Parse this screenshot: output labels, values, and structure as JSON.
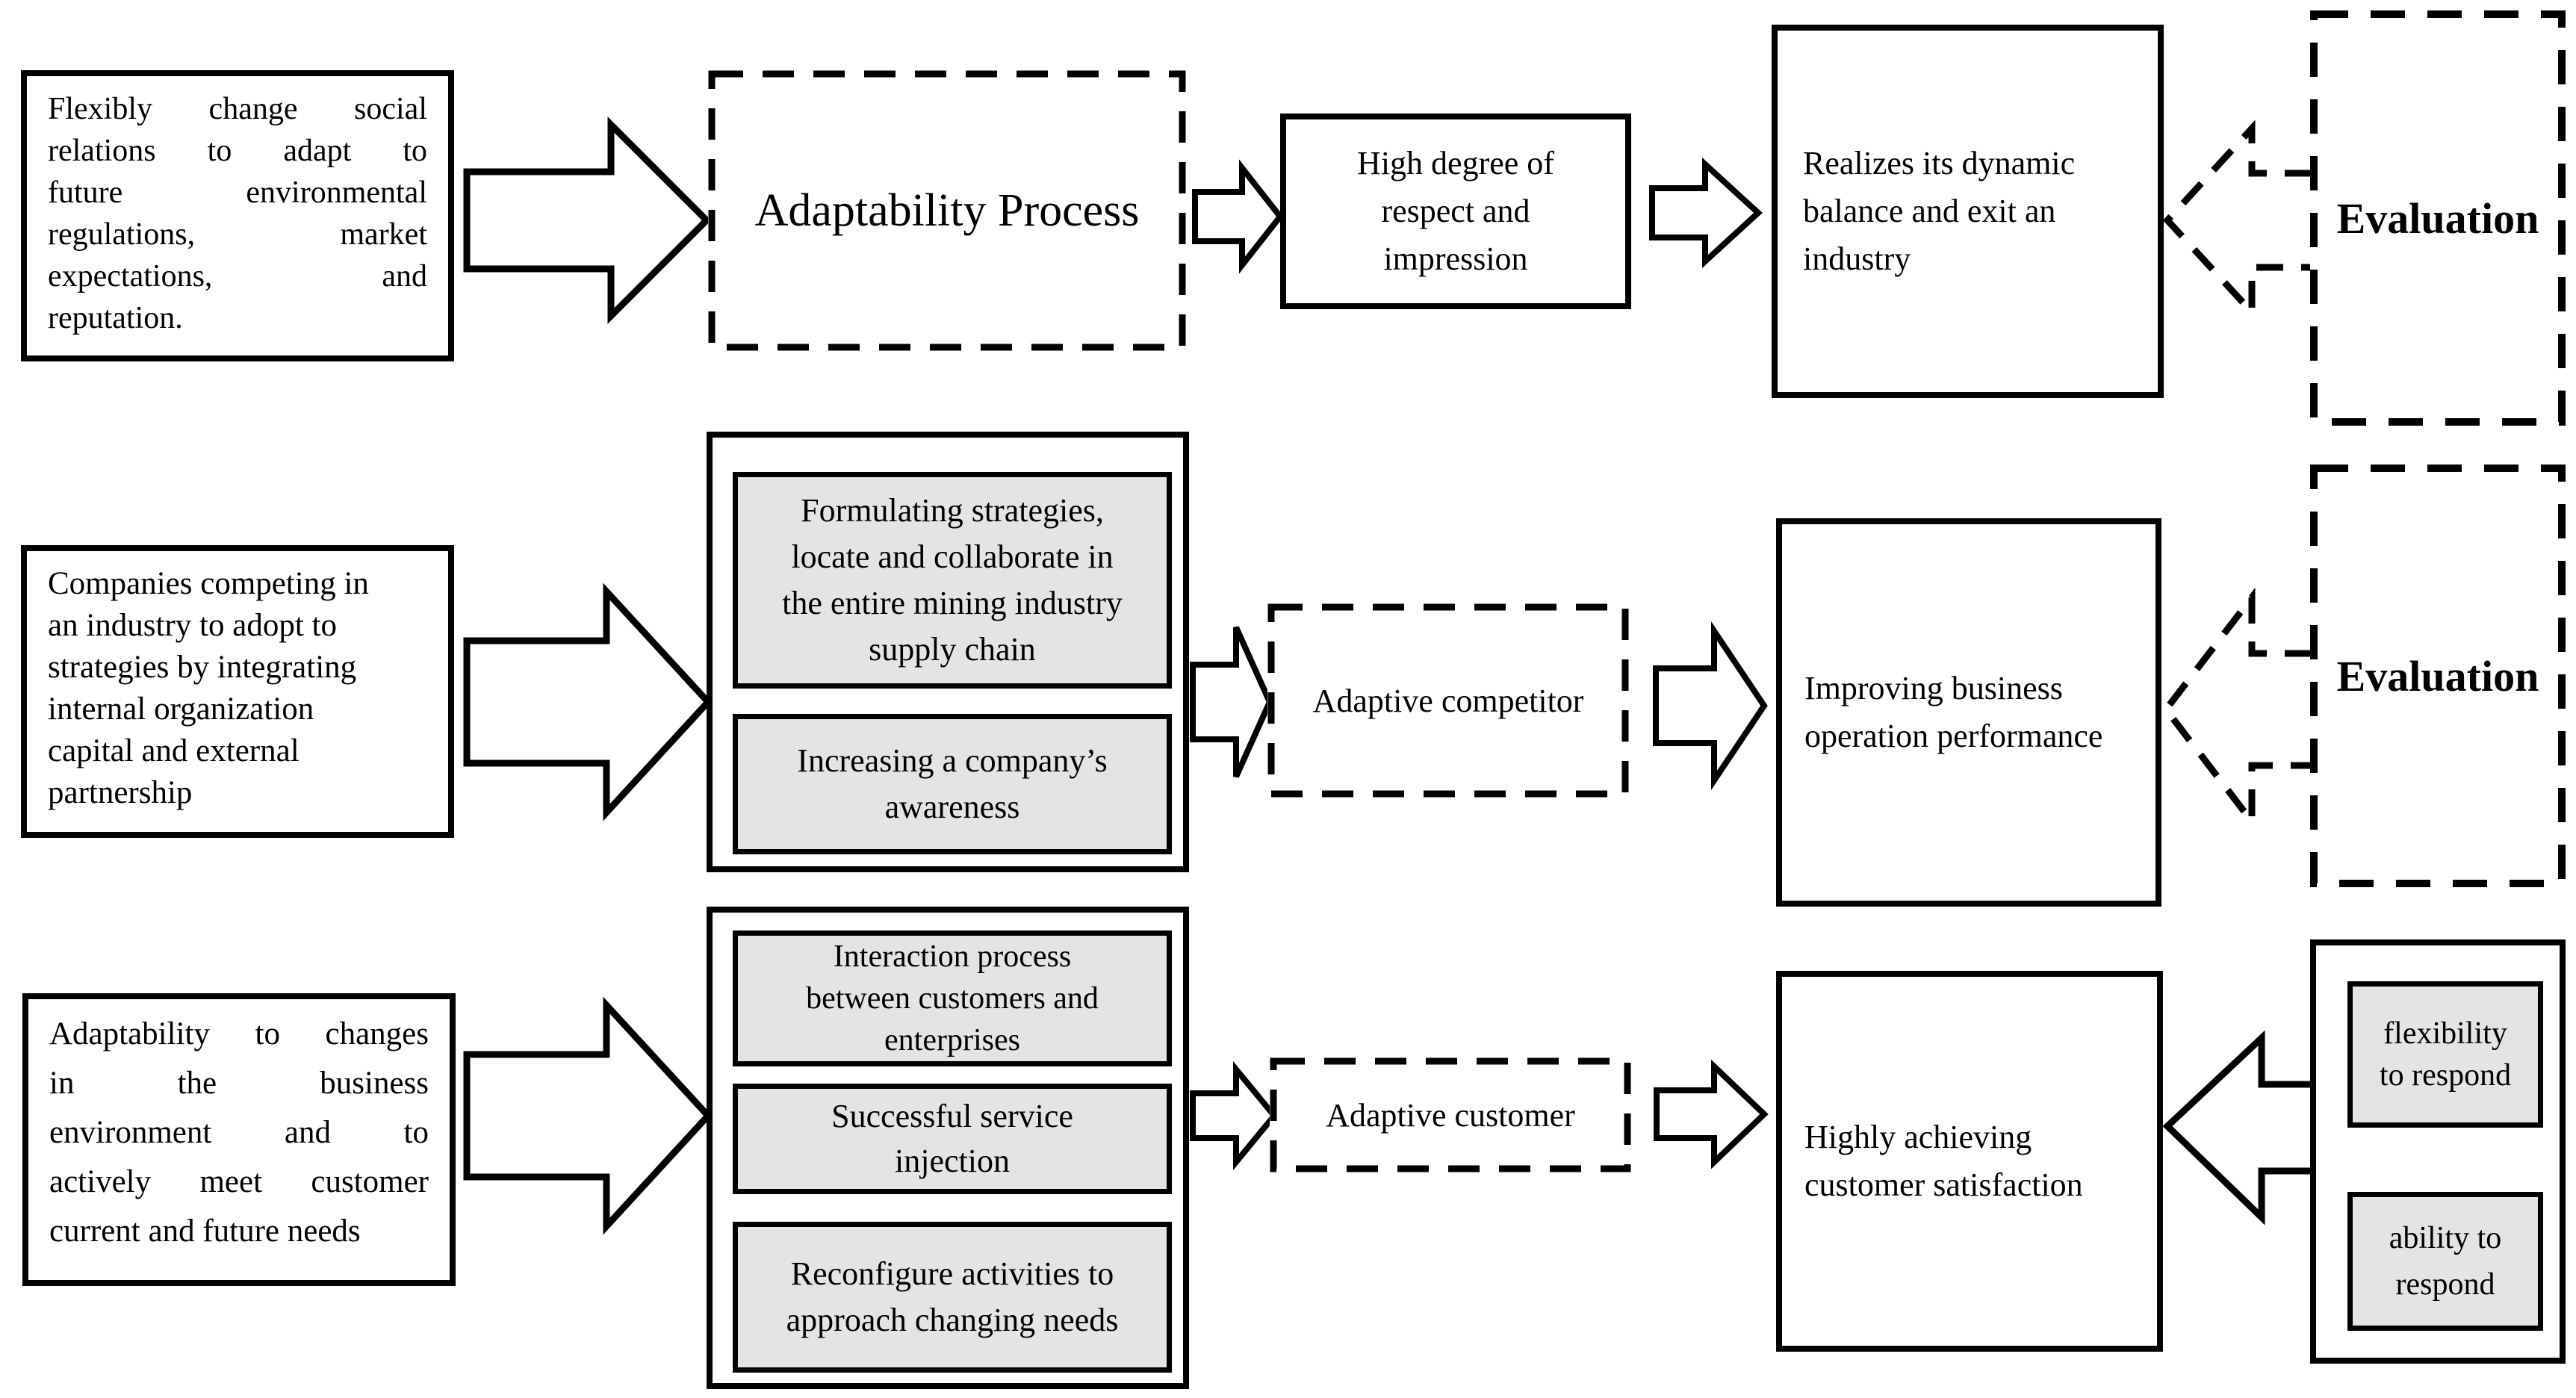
{
  "diagram": {
    "title": "",
    "colors": {
      "box_border": "#000000",
      "gray_fill": "#e4e4e4",
      "background": "#ffffff"
    },
    "rows": [
      {
        "name": "social-adaptability",
        "input_lines": [
          "Flexibly change social",
          "relations to adapt to",
          "future environmental",
          "regulations, market",
          "expectations, and",
          "reputation."
        ],
        "process_label": "Adaptability Process",
        "mediator_lines": [
          "High degree of",
          "respect and",
          "impression"
        ],
        "outcome_lines": [
          "Realizes its dynamic",
          "balance and exit an",
          "industry"
        ],
        "evaluation_label": "Evaluation"
      },
      {
        "name": "adaptive-competitor",
        "input_lines": [
          "Companies competing in",
          "an industry to adopt to",
          "strategies by integrating",
          "internal organization",
          "capital and external",
          "partnership"
        ],
        "process_items": [
          {
            "lines": [
              "Formulating strategies,",
              "locate and collaborate in",
              "the entire mining industry",
              "supply chain"
            ]
          },
          {
            "lines": [
              "Increasing a company’s",
              "awareness"
            ]
          }
        ],
        "mediator_label": "Adaptive competitor",
        "outcome_lines": [
          "Improving business",
          "operation performance"
        ],
        "evaluation_label": "Evaluation"
      },
      {
        "name": "adaptive-customer",
        "input_lines": [
          "Adaptability to changes",
          "in the business",
          "environment and to",
          "actively meet customer",
          "current and future needs"
        ],
        "process_items": [
          {
            "lines": [
              "Interaction process",
              "between customers and",
              "enterprises"
            ]
          },
          {
            "lines": [
              "Successful service",
              "injection"
            ]
          },
          {
            "lines": [
              "Reconfigure activities to",
              "approach changing needs"
            ]
          }
        ],
        "mediator_label": "Adaptive customer",
        "outcome_lines": [
          "Highly achieving",
          "customer satisfaction"
        ],
        "evaluation_items": [
          {
            "lines": [
              "flexibility",
              "to respond"
            ]
          },
          {
            "lines": [
              "ability to",
              "respond"
            ]
          }
        ]
      }
    ]
  }
}
